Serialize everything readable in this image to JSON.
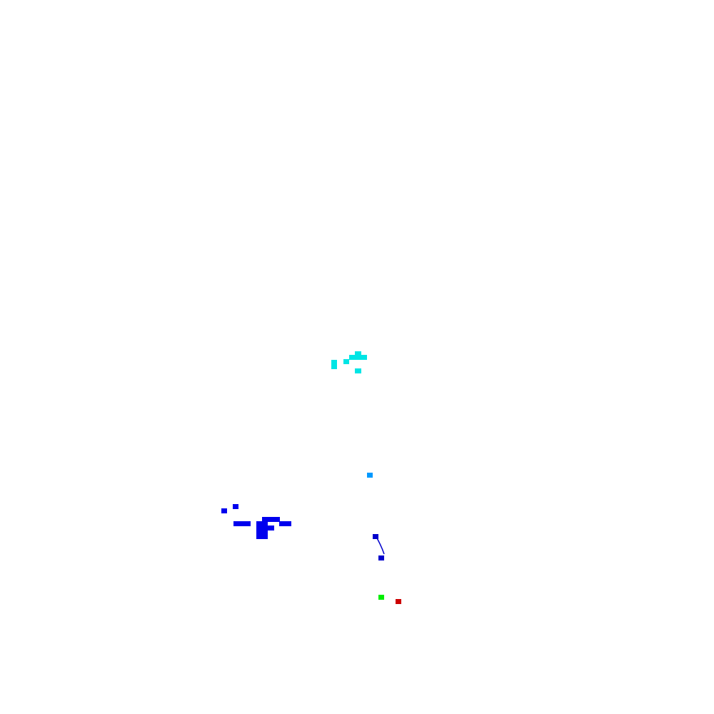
{
  "colors": {
    "background": "#ffffff",
    "cyan": "#00e5e5",
    "light_blue": "#0099ff",
    "blue": "#0000ee",
    "dark_blue": "#0000cc",
    "green": "#00ee00",
    "red": "#cc0000"
  },
  "mark_groups": [
    "cyan-cluster",
    "light-blue-mark",
    "blue-cluster",
    "blue-curve",
    "green-mark",
    "red-mark"
  ]
}
